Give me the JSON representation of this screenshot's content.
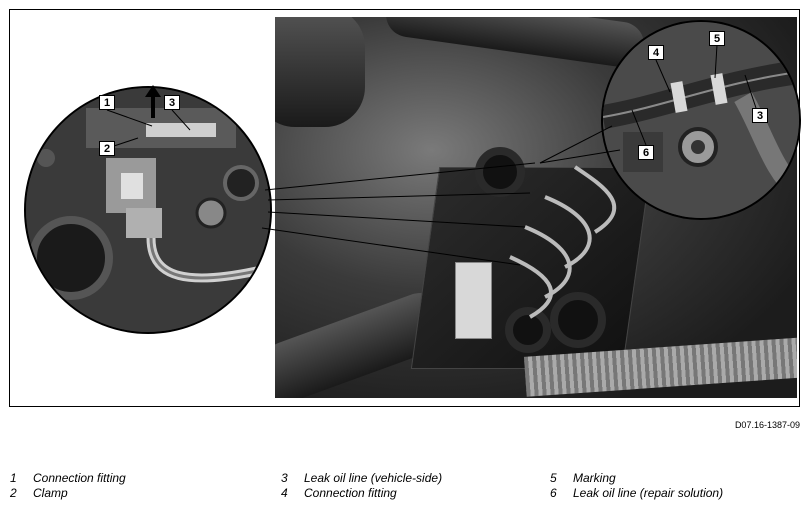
{
  "figure": {
    "doc_id": "D07.16-1387-09",
    "callouts": {
      "c1": "1",
      "c2": "2",
      "c3_left": "3",
      "c3_right": "3",
      "c4": "4",
      "c5": "5",
      "c6": "6"
    }
  },
  "legend": [
    {
      "num": "1",
      "text": "Connection fitting"
    },
    {
      "num": "2",
      "text": "Clamp"
    },
    {
      "num": "3",
      "text": "Leak oil line (vehicle-side)"
    },
    {
      "num": "4",
      "text": "Connection fitting"
    },
    {
      "num": "5",
      "text": "Marking"
    },
    {
      "num": "6",
      "text": "Leak oil line (repair solution)"
    }
  ]
}
